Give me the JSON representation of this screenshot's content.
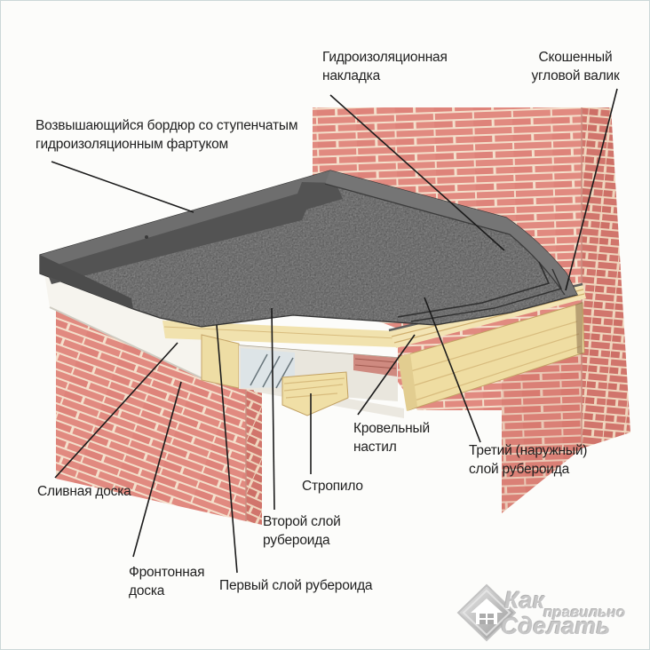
{
  "diagram_subject": "flat-roof-construction-cutaway",
  "labels": {
    "raised_border": {
      "line1": "Возвышающийся бордюр со ступенчатым",
      "line2": "гидроизоляционным фартуком"
    },
    "waterproof_overlay": {
      "line1": "Гидроизоляционная",
      "line2": "накладка"
    },
    "beveled_corner_roll": {
      "line1": "Скошенный",
      "line2": "угловой валик"
    },
    "drain_board": {
      "line1": "Сливная доска"
    },
    "gable_board": {
      "line1": "Фронтонная",
      "line2": "доска"
    },
    "first_felt_layer": {
      "line1": "Первый слой рубероида"
    },
    "second_felt_layer": {
      "line1": "Второй слой",
      "line2": "рубероида"
    },
    "rafter": {
      "line1": "Стропило"
    },
    "roof_deck": {
      "line1": "Кровельный",
      "line2": "настил"
    },
    "third_felt_layer": {
      "line1": "Третий (наружный)",
      "line2": "слой рубероида"
    }
  },
  "watermark": {
    "word1": "Как",
    "word2": "правильно",
    "word3": "Сделать",
    "logo": "house-diamond-logo"
  },
  "colors": {
    "brick_face": "#e18a80",
    "brick_side": "#d1756c",
    "mortar": "#f4dfcb",
    "membrane_field": "#838383",
    "membrane_border": "#4e4e4e",
    "wood": "#f0dfa6",
    "fascia_white": "#f6f4ee",
    "label_text": "#1f1f1f",
    "leader_line": "#1b1b1b",
    "watermark_gray": "#c7c7c7"
  }
}
